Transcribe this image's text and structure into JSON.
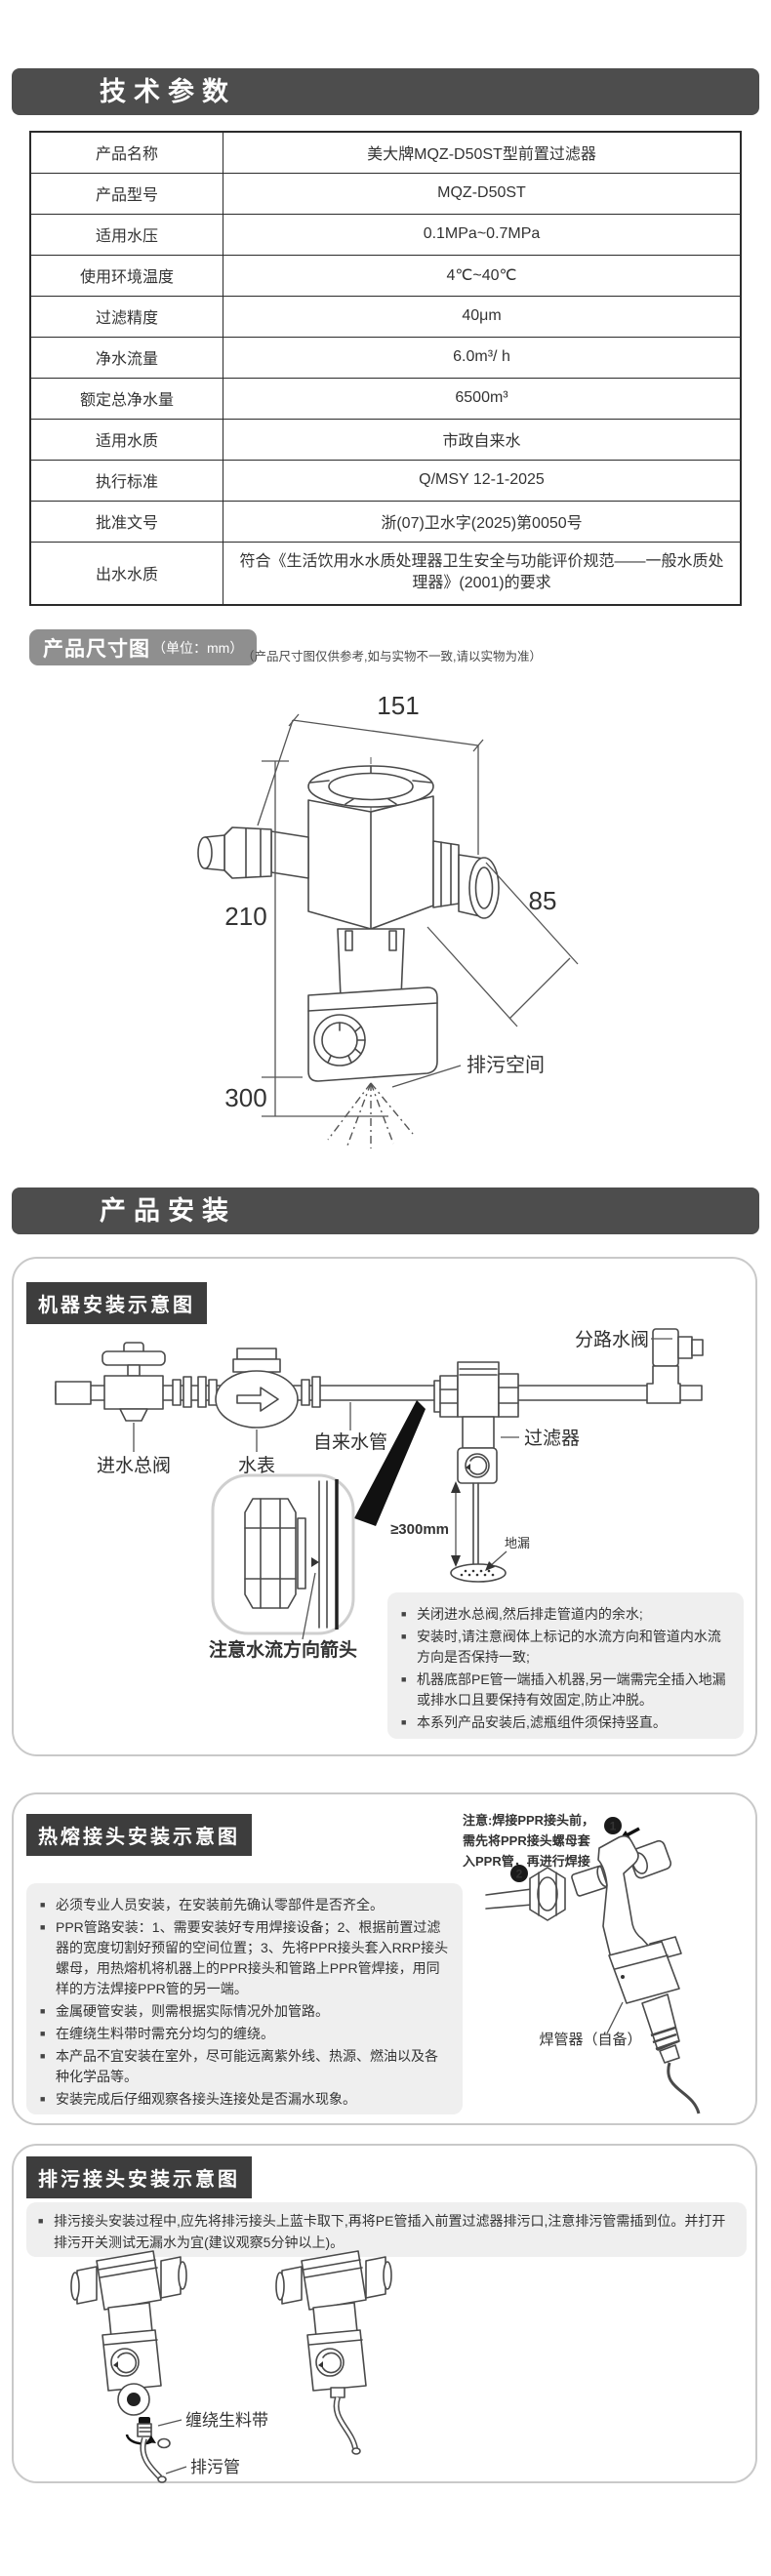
{
  "colors": {
    "header_bar": "#4d4d4d",
    "sub_badge": "#3d3d3d",
    "dim_badge": "#8f8f8f",
    "note_box_bg": "#efefef",
    "box_border": "#c9c9c9",
    "text": "#333333"
  },
  "tech": {
    "title": "技术参数",
    "rows": [
      {
        "label": "产品名称",
        "value": "美大牌MQZ-D50ST型前置过滤器"
      },
      {
        "label": "产品型号",
        "value": "MQZ-D50ST"
      },
      {
        "label": "适用水压",
        "value": "0.1MPa~0.7MPa"
      },
      {
        "label": "使用环境温度",
        "value": "4℃~40℃"
      },
      {
        "label": "过滤精度",
        "value": "40μm"
      },
      {
        "label": "净水流量",
        "value": "6.0m³/ h"
      },
      {
        "label": "额定总净水量",
        "value": "6500m³"
      },
      {
        "label": "适用水质",
        "value": "市政自来水"
      },
      {
        "label": "执行标准",
        "value": "Q/MSY 12-1-2025"
      },
      {
        "label": "批准文号",
        "value": "浙(07)卫水字(2025)第0050号"
      },
      {
        "label": "出水水质",
        "value": "符合《生活饮用水水质处理器卫生安全与功能评价规范——一般水质处理器》(2001)的要求"
      }
    ]
  },
  "dim": {
    "badge": "产品尺寸图",
    "unit": "（单位：mm）",
    "note": "（产品尺寸图仅供参考,如与实物不一致,请以实物为准）",
    "width": "151",
    "height": "210",
    "depth": "85",
    "clearance": "300",
    "space_label": "排污空间"
  },
  "install": {
    "title": "产品安装"
  },
  "machine": {
    "badge": "机器安装示意图",
    "labels": {
      "main_valve": "进水总阀",
      "meter": "水表",
      "pipe": "自来水管",
      "filter": "过滤器",
      "branch_valve": "分路水阀",
      "min_height": "≥300mm",
      "floor_drain": "地漏",
      "flow_arrow": "注意水流方向箭头"
    },
    "notes": [
      "关闭进水总阀,然后排走管道内的余水;",
      "安装时,请注意阀体上标记的水流方向和管道内水流方向是否保持一致;",
      "机器底部PE管一端插入机器,另一端需完全插入地漏或排水口且要保持有效固定,防止冲脱。",
      "本系列产品安装后,滤瓶组件须保持竖直。"
    ]
  },
  "fusion": {
    "badge": "热熔接头安装示意图",
    "warning_lines": [
      "注意:焊接PPR接头前，",
      "需先将PPR接头螺母套",
      "入PPR管，再进行焊接"
    ],
    "step1": "1",
    "step2": "2",
    "torch_label": "焊管器（自备）",
    "notes": [
      "必须专业人员安装，在安装前先确认零部件是否齐全。",
      "PPR管路安装：1、需要安装好专用焊接设备；2、根据前置过滤器的宽度切割好预留的空间位置；3、先将PPR接头套入RRP接头螺母，用热熔机将机器上的PPR接头和管路上PPR管焊接，用同样的方法焊接PPR管的另一端。",
      "金属硬管安装，则需根据实际情况外加管路。",
      "在缠绕生料带时需充分均匀的缠绕。",
      "本产品不宜安装在室外，尽可能远离紫外线、热源、燃油以及各种化学品等。",
      "安装完成后仔细观察各接头连接处是否漏水现象。"
    ]
  },
  "drain": {
    "badge": "排污接头安装示意图",
    "notes": [
      "排污接头安装过程中,应先将排污接头上蓝卡取下,再将PE管插入前置过滤器排污口,注意排污管需插到位。并打开排污开关测试无漏水为宜(建议观察5分钟以上)。"
    ],
    "labels": {
      "tape": "缠绕生料带",
      "pipe": "排污管"
    }
  }
}
